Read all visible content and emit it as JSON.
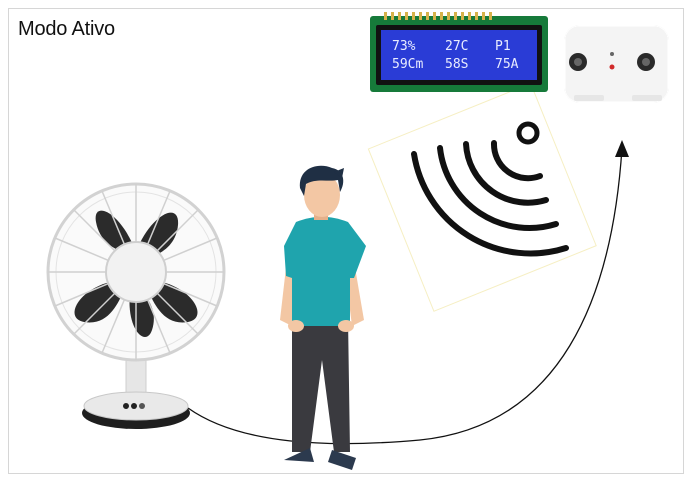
{
  "title": "Modo Ativo",
  "lcd": {
    "row1": [
      "73%",
      "27C",
      "P1"
    ],
    "row2": [
      "59Cm",
      "58S",
      "75A"
    ]
  },
  "icons": {
    "fan": "desk-fan-icon",
    "person": "person-icon",
    "wifi": "wireless-signal-icon",
    "sensor": "sensor-device-icon",
    "display": "lcd-display-icon"
  },
  "colors": {
    "lcd_background": "#2a3cd6",
    "shirt": "#1fa4ad",
    "pants": "#3a3a3f",
    "skin": "#f3c7a4",
    "hair": "#1f2f44",
    "signal": "#111111",
    "sensor_body": "#f4f4f4"
  }
}
